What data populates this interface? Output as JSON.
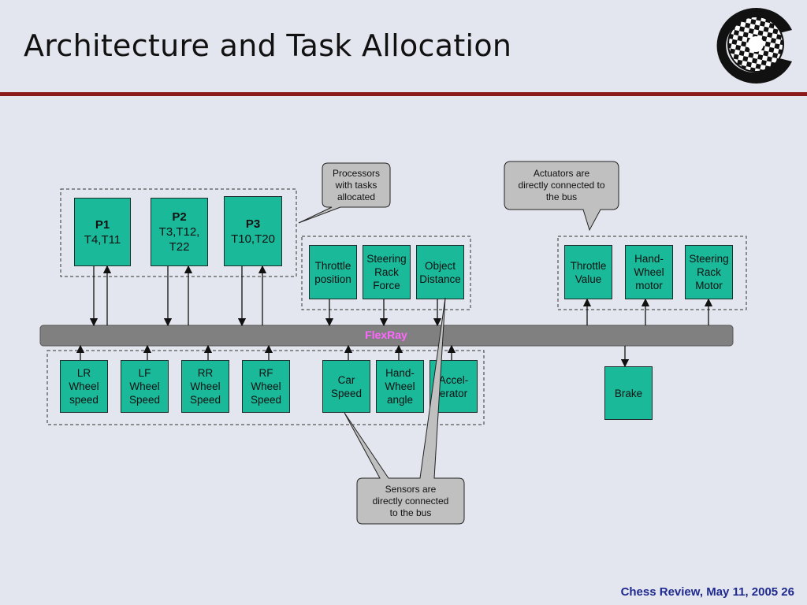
{
  "slide": {
    "title": "Architecture and Task Allocation",
    "footer": "Chess Review, May 11, 2005  26"
  },
  "colors": {
    "box_fill": "#19b99a",
    "bus_fill": "#808080",
    "bus_label": "#ff66ff",
    "title_rule": "#8b1a1a",
    "footer_text": "#1f2a8f",
    "callout_fill": "#c0c0c0",
    "background": "#e3e6ee"
  },
  "processors": [
    {
      "name": "P1",
      "tasks": "T4,T11"
    },
    {
      "name": "P2",
      "tasks": "T3,T12,\nT22"
    },
    {
      "name": "P3",
      "tasks": "T10,T20"
    }
  ],
  "upper_sensors": [
    "Throttle\nposition",
    "Steering\nRack\nForce",
    "Object\nDistance"
  ],
  "actuators": [
    "Throttle\nValue",
    "Hand-\nWheel\nmotor",
    "Steering\nRack\nMotor"
  ],
  "lower_sensors": [
    "LR\nWheel\nspeed",
    "LF\nWheel\nSpeed",
    "RR\nWheel\nSpeed",
    "RF\nWheel\nSpeed",
    "Car\nSpeed",
    "Hand-\nWheel\nangle",
    "Accel-\nerator"
  ],
  "brake": "Brake",
  "bus": "FlexRay",
  "callouts": {
    "processors": "Processors\nwith tasks\nallocated",
    "actuators": "Actuators are\ndirectly connected to\nthe bus",
    "sensors": "Sensors are\ndirectly connected\nto the bus"
  },
  "logo_icon": "chess-c-logo-icon"
}
